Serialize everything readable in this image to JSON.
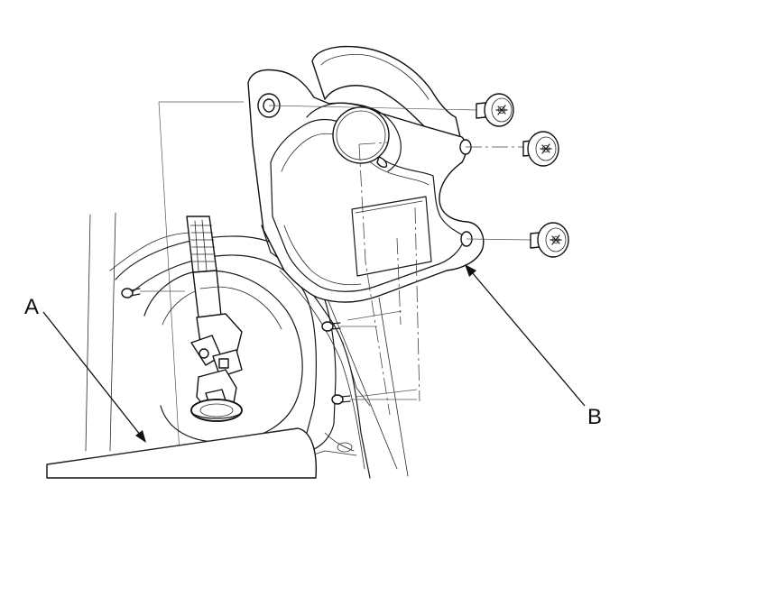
{
  "diagram": {
    "callouts": [
      {
        "id": "A",
        "label": "A"
      },
      {
        "id": "B",
        "label": "B"
      }
    ],
    "parts": {
      "body_panel": "body-panel",
      "steering_shaft": "steering-shaft",
      "universal_joint": "universal-joint",
      "cover": "cover",
      "mounting_bolts": 3,
      "mounting_studs": 3
    }
  }
}
